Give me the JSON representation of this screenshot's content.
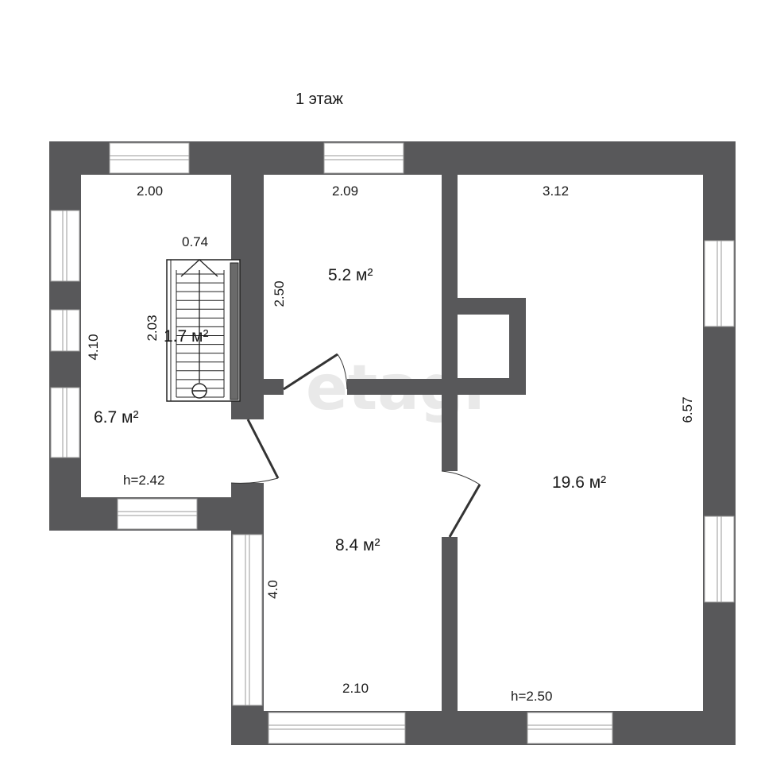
{
  "floor_title": "1 этаж",
  "watermark": "etagi",
  "colors": {
    "wall": "#58585a",
    "window_fill": "#ffffff",
    "window_line": "#9a9a9a",
    "background": "#ffffff"
  },
  "rooms": {
    "left_room": {
      "area": "6.7 м²",
      "height": "h=2.42",
      "dim_top": "2.00",
      "dim_side": "4.10"
    },
    "stair": {
      "area": "1.7 м²",
      "dim_top": "0.74",
      "dim_side": "2.03"
    },
    "middle_room": {
      "area": "5.2 м²",
      "dim_top": "2.09",
      "dim_side": "2.50"
    },
    "hall": {
      "area": "8.4 м²",
      "dim_bottom": "2.10",
      "dim_side": "4.0"
    },
    "big_room": {
      "area": "19.6 м²",
      "height": "h=2.50",
      "dim_top": "3.12",
      "dim_side": "6.57"
    }
  }
}
